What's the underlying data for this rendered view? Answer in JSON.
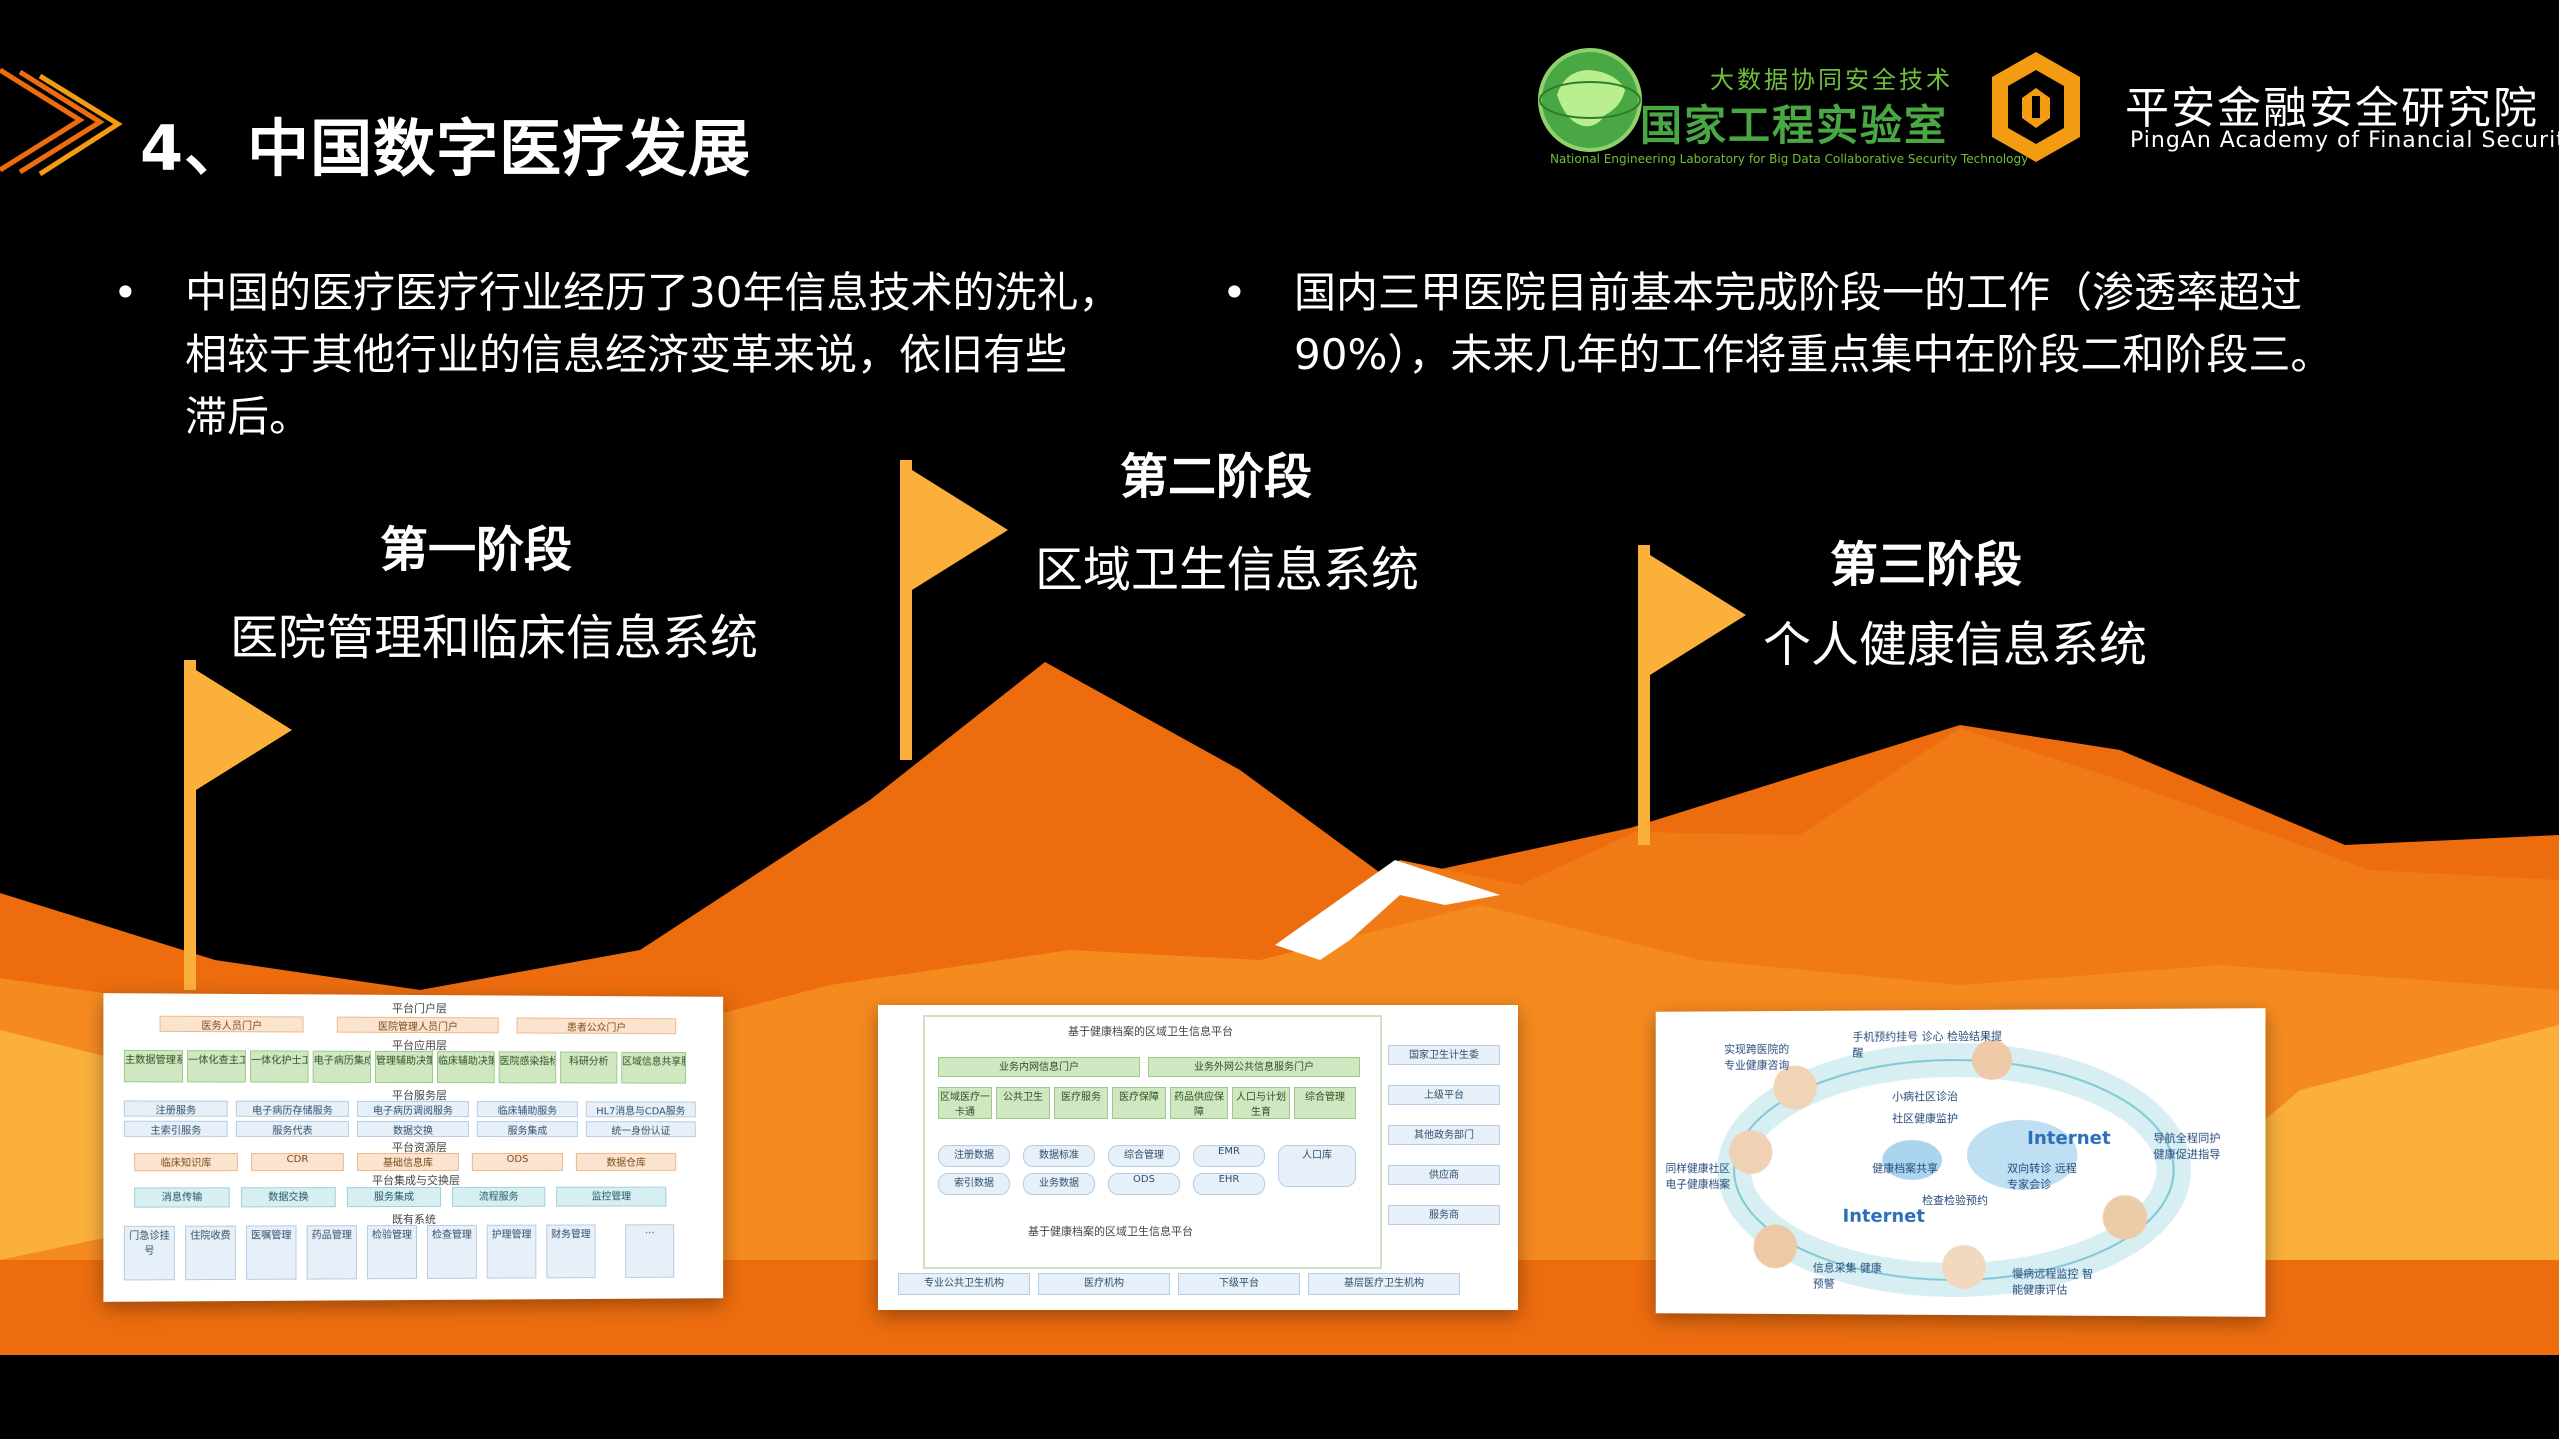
{
  "colors": {
    "background": "#000000",
    "mountain_dark": "#ec6c0e",
    "mountain_mid": "#f58a1f",
    "mountain_light": "#fbb03b",
    "flag": "#fbb03b",
    "text": "#ffffff",
    "lab_green": "#49a844",
    "pingan_orange": "#f39c12"
  },
  "header": {
    "title": "4、中国数字医疗发展",
    "arrow_icon": "chevron-arrow-icon"
  },
  "logos": {
    "lab": {
      "small": "大数据协同安全技术",
      "big": "国家工程实验室",
      "english": "National Engineering Laboratory for Big Data Collaborative Security Technology",
      "icon": "china-map-globe-icon"
    },
    "pingan": {
      "cn": "平安金融安全研究院",
      "en": "PingAn Academy of Financial Security",
      "icon": "pingan-hexagon-icon"
    }
  },
  "bullets": [
    {
      "dot": "•",
      "lines": [
        "中国的医疗医疗行业经历了30年信息技术的洗礼，",
        "相较于其他行业的信息经济变革来说，依旧有些",
        "滞后。"
      ]
    },
    {
      "dot": "•",
      "lines": [
        "国内三甲医院目前基本完成阶段一的工作（渗透率超过",
        "90%），未来几年的工作将重点集中在阶段二和阶段三。"
      ]
    }
  ],
  "stages": [
    {
      "label": "第一阶段",
      "subtitle": "医院管理和临床信息系统",
      "icon": "flag-icon"
    },
    {
      "label": "第二阶段",
      "subtitle": "区域卫生信息系统",
      "icon": "flag-icon"
    },
    {
      "label": "第三阶段",
      "subtitle": "个人健康信息系统",
      "icon": "flag-icon"
    }
  ],
  "card1": {
    "top": "平台门户层",
    "row1": [
      "医务人员门户",
      "医院管理人员门户",
      "患者公众门户"
    ],
    "row2_title": "平台应用层",
    "row2": [
      "主数据管理系统",
      "一体化查主工作站",
      "一体化护士工作站",
      "电子病历集成展示",
      "管理辅助决策支持",
      "临床辅助决策支持",
      "医院感染指标监测",
      "科研分析",
      "区域信息共享服务"
    ],
    "row3_title": "平台服务层",
    "row3": [
      "注册服务",
      "电子病历存储服务",
      "电子病历调阅服务",
      "临床辅助服务",
      "HL7消息与CDA服务"
    ],
    "row4": [
      "主索引服务",
      "服务代表",
      "数据交换",
      "服务集成",
      "统一身份认证"
    ],
    "row5_title": "平台资源层",
    "row5": [
      "临床知识库",
      "CDR",
      "基础信息库",
      "ODS",
      "数据仓库"
    ],
    "row6_title": "平台集成与交换层",
    "row6": [
      "消息传输",
      "数据交换",
      "服务集成",
      "流程服务",
      "监控管理"
    ],
    "row7_title": "既有系统",
    "row7": [
      "门急诊挂号",
      "住院收费",
      "医嘱管理",
      "药品管理",
      "检验管理",
      "检查管理",
      "护理管理",
      "财务管理",
      "…"
    ]
  },
  "card2": {
    "top": "基于健康档案的区域卫生信息平台",
    "portals": [
      "业务内网信息门户",
      "业务外网公共信息服务门户"
    ],
    "apps": [
      "区域医疗一卡通",
      "公共卫生",
      "医疗服务",
      "医疗保障",
      "药品供应保障",
      "人口与计划生育",
      "综合管理"
    ],
    "dbs": [
      "注册数据",
      "数据标准",
      "综合管理",
      "EMR",
      "人口库"
    ],
    "dbs2": [
      "索引数据",
      "业务数据",
      "ODS",
      "EHR"
    ],
    "platform": "基于健康档案的区域卫生信息平台",
    "side": [
      "国家卫生计生委",
      "上级平台",
      "其他政务部门",
      "供应商",
      "服务商"
    ],
    "bottom": [
      "专业公共卫生机构",
      "医疗机构",
      "下级平台",
      "基层医疗卫生机构"
    ]
  },
  "card3": {
    "internet1": "Internet",
    "internet2": "Internet",
    "labels": [
      "手机预约挂号 诊心 检验结果提醒",
      "实现跨医院的 专业健康咨询",
      "小病社区诊治",
      "社区健康监护",
      "健康档案共享",
      "双向转诊 远程专家会诊",
      "检查检验预约",
      "同样健康社区 电子健康档案",
      "导航全程同护 健康促进指导",
      "信息采集 健康预警",
      "慢病远程监控 智能健康评估"
    ]
  }
}
